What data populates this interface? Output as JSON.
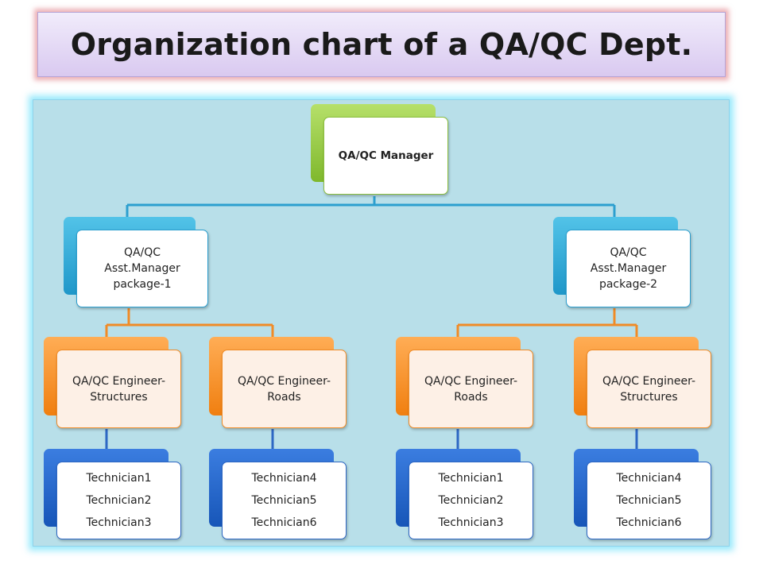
{
  "title": "Organization chart of a QA/QC Dept.",
  "manager": {
    "label": "QA/QC Manager"
  },
  "packages": [
    {
      "lines": [
        "QA/QC",
        "Asst.Manager",
        "package-1"
      ],
      "engineers": [
        {
          "lines": [
            "QA/QC Engineer-",
            "Structures"
          ],
          "technicians": [
            "Technician1",
            "Technician2",
            "Technician3"
          ]
        },
        {
          "lines": [
            "QA/QC Engineer-",
            "Roads"
          ],
          "technicians": [
            "Technician4",
            "Technician5",
            "Technician6"
          ]
        }
      ]
    },
    {
      "lines": [
        "QA/QC",
        "Asst.Manager",
        "package-2"
      ],
      "engineers": [
        {
          "lines": [
            "QA/QC Engineer-",
            "Roads"
          ],
          "technicians": [
            "Technician1",
            "Technician2",
            "Technician3"
          ]
        },
        {
          "lines": [
            "QA/QC Engineer-",
            "Structures"
          ],
          "technicians": [
            "Technician4",
            "Technician5",
            "Technician6"
          ]
        }
      ]
    }
  ],
  "colors": {
    "manager": "#8cbf3f",
    "asst_manager": "#2c9fcf",
    "engineer": "#f08b26",
    "technician": "#2d67c4",
    "background": "#b8dfe9"
  }
}
